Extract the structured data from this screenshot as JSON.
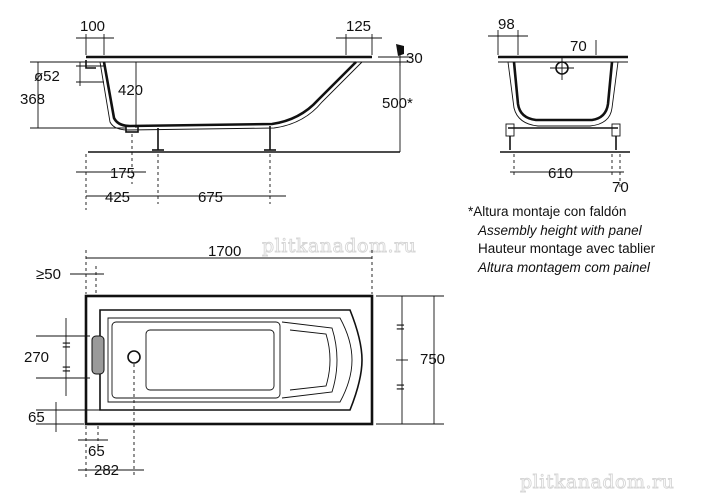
{
  "side_view": {
    "labels": {
      "top_left_width": "100",
      "top_right_width": "125",
      "rim_height": "30",
      "drain_diameter": "ø52",
      "total_height_left": "368",
      "inner_depth": "420",
      "assembly_height": "500*",
      "drain_offset": "175",
      "leg_offset": "425",
      "leg_spacing": "675"
    }
  },
  "end_view": {
    "labels": {
      "top_left": "98",
      "top_right": "70",
      "leg_spacing": "610",
      "side_clearance": "70"
    }
  },
  "footnote": {
    "lines": [
      "*Altura montaje con faldón",
      "Assembly height with panel",
      "Hauteur montage avec tablier",
      "Altura montagem com painel"
    ]
  },
  "plan_view": {
    "labels": {
      "length": "1700",
      "min_clearance": "≥50",
      "overflow_height": "270",
      "width": "750",
      "bottom_left": "65",
      "drain_from_edge": "65",
      "drain_position": "282",
      "equal_mark": "="
    }
  },
  "watermarks": [
    "plitkanadom.ru",
    "plitkanadom.ru"
  ]
}
